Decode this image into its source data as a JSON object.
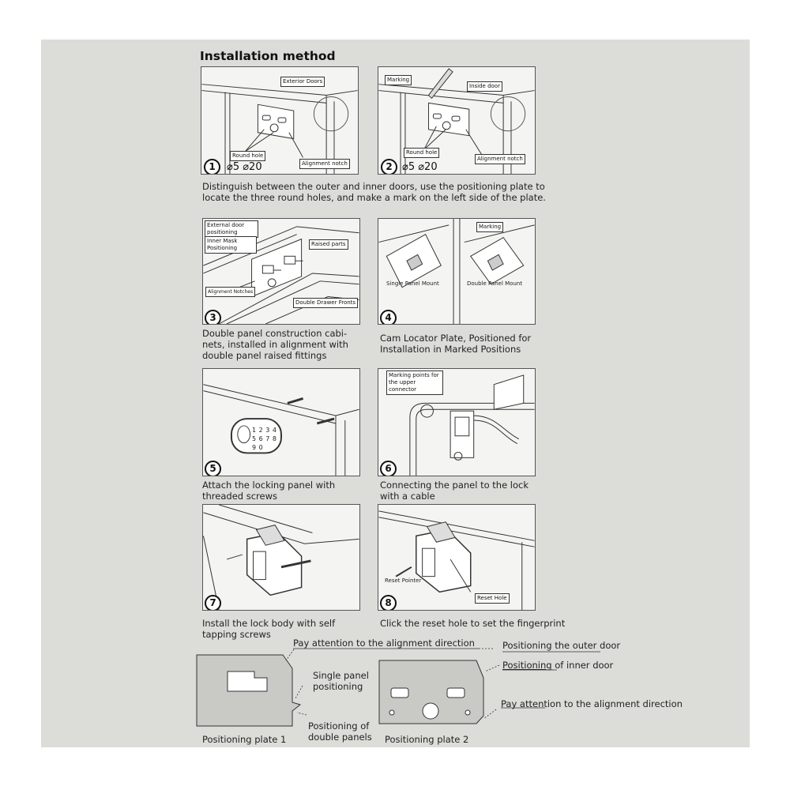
{
  "title": "Installation method",
  "steps": [
    {
      "num": "1",
      "labels": {
        "exterior": "Exterior Doors",
        "round_hole": "Round hole",
        "notch": "Alignment notch",
        "diameters": "⌀5 ⌀20"
      }
    },
    {
      "num": "2",
      "labels": {
        "marking": "Marking",
        "inside": "Inside door",
        "round_hole": "Round hole",
        "notch": "Alignment notch",
        "diameters": "⌀5 ⌀20"
      }
    },
    {
      "num": "3",
      "labels": {
        "external": "External door positioning",
        "inner": "Inner Mask Positioning",
        "raised": "Raised parts",
        "notches": "Alignment Notches",
        "fronts": "Double Drawer Fronts"
      }
    },
    {
      "num": "4",
      "labels": {
        "marking": "Marking",
        "single": "Single Panel Mount",
        "double": "Double Panel Mount"
      }
    },
    {
      "num": "5",
      "labels": {}
    },
    {
      "num": "6",
      "labels": {
        "marking_points": "Marking points for the upper connector"
      }
    },
    {
      "num": "7",
      "labels": {}
    },
    {
      "num": "8",
      "labels": {
        "pointer": "Reset Pointer",
        "hole": "Reset Hole"
      }
    }
  ],
  "captions": {
    "c12": "Distinguish between the outer and inner doors, use the positioning plate to locate the three round holes, and make a mark on the left side of the plate.",
    "c3": "Double panel construction cabi- nets, installed in alignment with double panel raised fittings",
    "c4": "Cam Locator Plate, Positioned for Installation in Marked Positions",
    "c5": "Attach the locking panel with threaded screws",
    "c6": "Connecting the panel to the lock with a cable",
    "c7": "Install the lock body with self tapping screws",
    "c8": "Click the reset hole to set the fingerprint"
  },
  "plates": {
    "attention_top": "Pay attention to the alignment direction",
    "single_positioning": "Single panel positioning",
    "double_positioning": "Positioning of double panels",
    "plate1": "Positioning plate 1",
    "plate2": "Positioning plate 2",
    "outer_door": "Positioning the outer door",
    "inner_door_u": "Positioning",
    "inner_door_rest": " of inner door",
    "attention_right": "Pay attention to the alignment direction"
  },
  "keypad_digits": "1 2 3 4 5 6 7 8 9 0"
}
